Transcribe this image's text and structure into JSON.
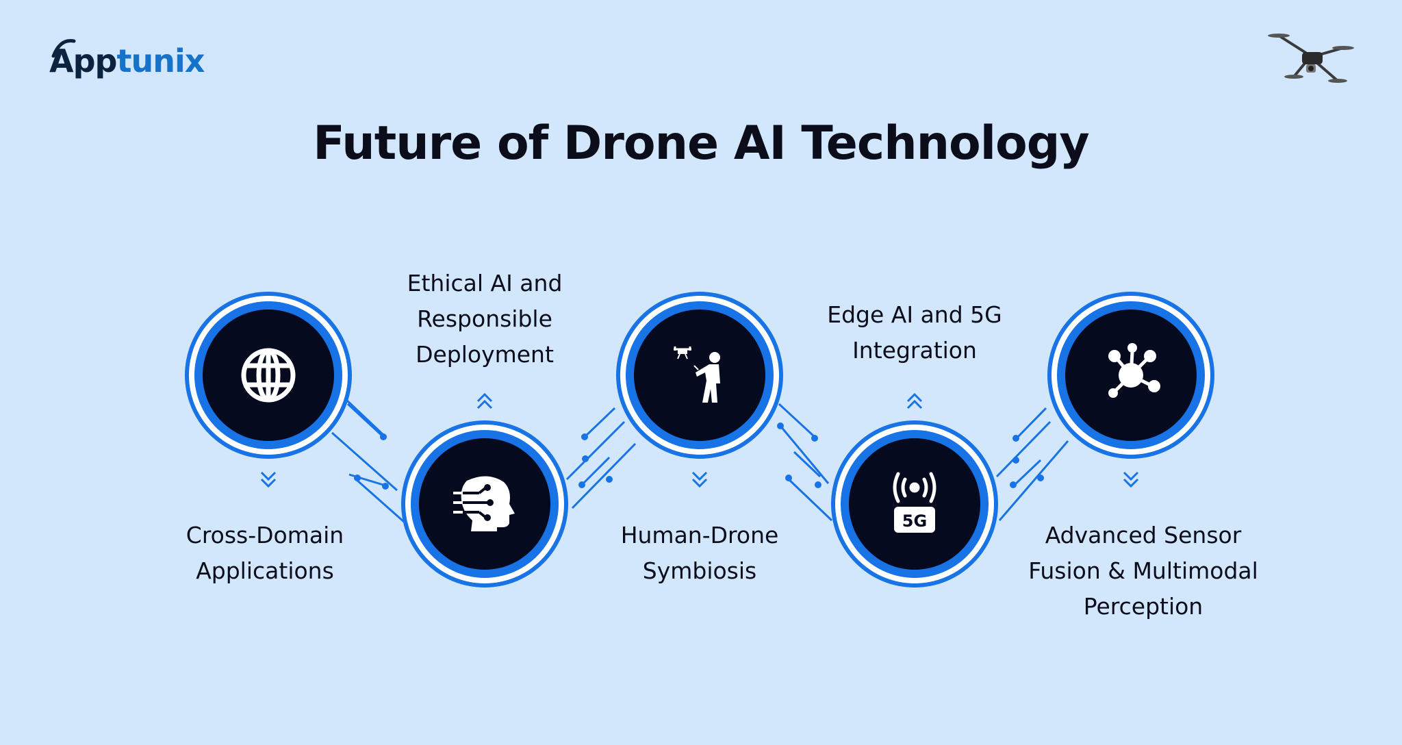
{
  "brand": {
    "name_part1": "App",
    "name_part2": "tunix"
  },
  "title": "Future of Drone AI Technology",
  "colors": {
    "background": "#d2e6fc",
    "accent": "#1773e6",
    "node_fill": "#060a1e",
    "text": "#0b0d1a"
  },
  "steps": [
    {
      "icon": "globe-icon",
      "label_lines": [
        "Cross-Domain",
        "Applications"
      ],
      "label_position": "below"
    },
    {
      "icon": "ai-head-icon",
      "label_lines": [
        "Ethical AI and",
        "Responsible",
        "Deployment"
      ],
      "label_position": "above"
    },
    {
      "icon": "human-drone-icon",
      "label_lines": [
        "Human-Drone",
        "Symbiosis"
      ],
      "label_position": "below"
    },
    {
      "icon": "5g-signal-icon",
      "icon_text": "5G",
      "label_lines": [
        "Edge AI and 5G",
        "Integration"
      ],
      "label_position": "above"
    },
    {
      "icon": "sensor-network-icon",
      "label_lines": [
        "Advanced Sensor",
        "Fusion & Multimodal",
        "Perception"
      ],
      "label_position": "below"
    }
  ]
}
